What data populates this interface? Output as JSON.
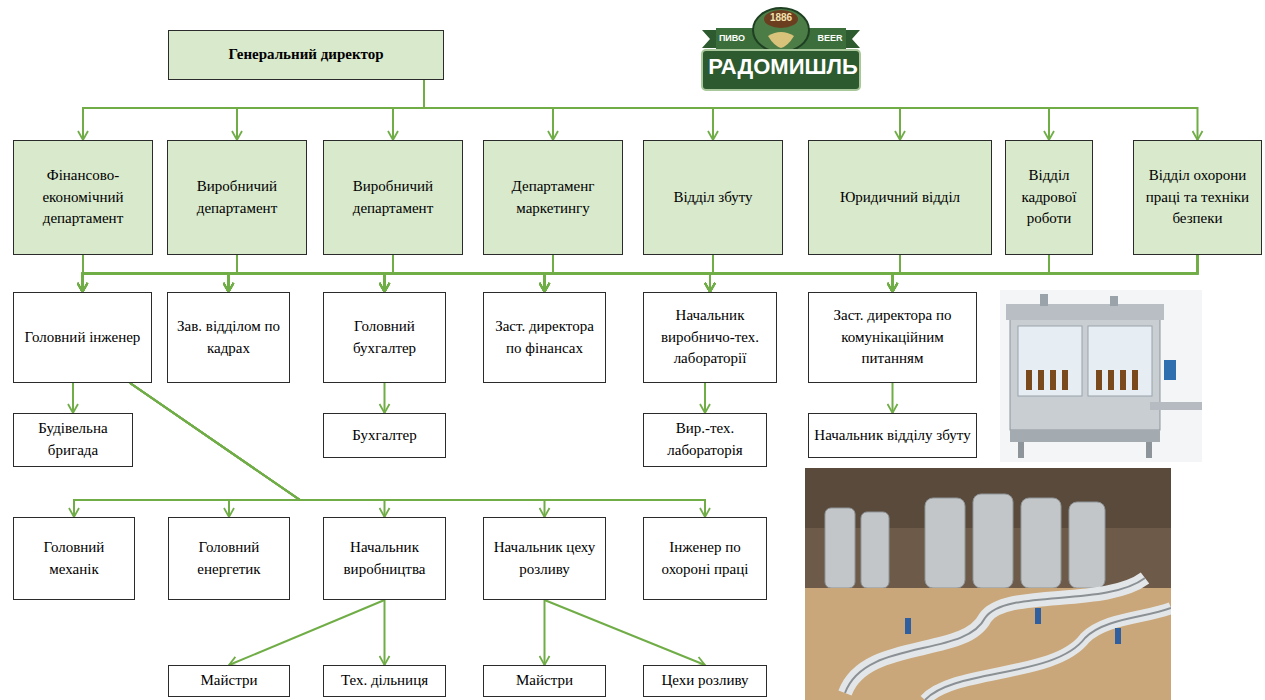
{
  "diagram": {
    "nodes": [
      {
        "text": [
          "Генеральний директор"
        ]
      },
      {
        "text": [
          "Фінансово-економічний департамент"
        ]
      },
      {
        "text": [
          "Виробничий департамент"
        ]
      },
      {
        "text": [
          "Виробничий департамент"
        ]
      },
      {
        "text": [
          "Департаменг маркетингу"
        ]
      },
      {
        "text": [
          "Відділ збуту"
        ]
      },
      {
        "text": [
          "Юридичний відділ"
        ]
      },
      {
        "text": [
          "Відділ кадрової роботи"
        ]
      },
      {
        "text": [
          "Відділ охорони праці та техніки безпеки"
        ]
      },
      {
        "text": [
          "Головний інженер"
        ]
      },
      {
        "text": [
          "Зав. відділом по кадрах"
        ]
      },
      {
        "text": [
          "Головний бухгалтер"
        ]
      },
      {
        "text": [
          "Заст. директора по фінансах"
        ]
      },
      {
        "text": [
          "Начальник виробничо-тех. лабораторії"
        ]
      },
      {
        "text": [
          "Заст. директора по комунікаційним питанням"
        ]
      },
      {
        "text": [
          "Будівельна бригада"
        ]
      },
      {
        "text": [
          "Бухгалтер"
        ]
      },
      {
        "text": [
          "Вир.-тех. лабораторія"
        ]
      },
      {
        "text": [
          "Начальник відділу збуту"
        ]
      },
      {
        "text": [
          "Головний механік"
        ]
      },
      {
        "text": [
          "Головний енергетик"
        ]
      },
      {
        "text": [
          "Начальник виробництва"
        ]
      },
      {
        "text": [
          "Начальник цеху розливу"
        ]
      },
      {
        "text": [
          "Інженер по охороні праці"
        ]
      },
      {
        "text": [
          "Майстри"
        ]
      },
      {
        "text": [
          "Тех. дільниця"
        ]
      },
      {
        "text": [
          "Майстри"
        ]
      },
      {
        "text": [
          "Цехи розливу"
        ]
      }
    ],
    "edges": [
      {
        "from": 0,
        "to": 1,
        "arrow": "to"
      },
      {
        "from": 0,
        "to": 2,
        "arrow": "to"
      },
      {
        "from": 0,
        "to": 3,
        "arrow": "to"
      },
      {
        "from": 0,
        "to": 4,
        "arrow": "to"
      },
      {
        "from": 0,
        "to": 5,
        "arrow": "to"
      },
      {
        "from": 0,
        "to": 6,
        "arrow": "to"
      },
      {
        "from": 0,
        "to": 7,
        "arrow": "to"
      },
      {
        "from": 0,
        "to": 8,
        "arrow": "to"
      },
      {
        "from": 1,
        "to": 9,
        "arrow": "to"
      },
      {
        "from": 1,
        "to": 10,
        "arrow": "to"
      },
      {
        "from": 1,
        "to": 11,
        "arrow": "to"
      },
      {
        "from": 1,
        "to": 12,
        "arrow": "to"
      },
      {
        "from": 1,
        "to": 13,
        "arrow": "to"
      },
      {
        "from": 1,
        "to": 14,
        "arrow": "to"
      },
      {
        "from": 2,
        "to": 9,
        "arrow": "to"
      },
      {
        "from": 2,
        "to": 10,
        "arrow": "to"
      },
      {
        "from": 2,
        "to": 11,
        "arrow": "to"
      },
      {
        "from": 2,
        "to": 12,
        "arrow": "to"
      },
      {
        "from": 2,
        "to": 13,
        "arrow": "to"
      },
      {
        "from": 2,
        "to": 14,
        "arrow": "to"
      },
      {
        "from": 3,
        "to": 9,
        "arrow": "to"
      },
      {
        "from": 3,
        "to": 10,
        "arrow": "to"
      },
      {
        "from": 3,
        "to": 11,
        "arrow": "to"
      },
      {
        "from": 3,
        "to": 12,
        "arrow": "to"
      },
      {
        "from": 3,
        "to": 13,
        "arrow": "to"
      },
      {
        "from": 3,
        "to": 14,
        "arrow": "to"
      },
      {
        "from": 4,
        "to": 9,
        "arrow": "to"
      },
      {
        "from": 4,
        "to": 10,
        "arrow": "to"
      },
      {
        "from": 4,
        "to": 11,
        "arrow": "to"
      },
      {
        "from": 4,
        "to": 12,
        "arrow": "to"
      },
      {
        "from": 4,
        "to": 13,
        "arrow": "to"
      },
      {
        "from": 4,
        "to": 14,
        "arrow": "to"
      },
      {
        "from": 5,
        "to": 9,
        "arrow": "to"
      },
      {
        "from": 5,
        "to": 10,
        "arrow": "to"
      },
      {
        "from": 5,
        "to": 11,
        "arrow": "to"
      },
      {
        "from": 5,
        "to": 12,
        "arrow": "to"
      },
      {
        "from": 5,
        "to": 13,
        "arrow": "to"
      },
      {
        "from": 5,
        "to": 14,
        "arrow": "to"
      },
      {
        "from": 6,
        "to": 9,
        "arrow": "to"
      },
      {
        "from": 6,
        "to": 10,
        "arrow": "to"
      },
      {
        "from": 6,
        "to": 11,
        "arrow": "to"
      },
      {
        "from": 6,
        "to": 12,
        "arrow": "to"
      },
      {
        "from": 6,
        "to": 13,
        "arrow": "to"
      },
      {
        "from": 6,
        "to": 14,
        "arrow": "to"
      },
      {
        "from": 7,
        "to": 9,
        "arrow": "to"
      },
      {
        "from": 7,
        "to": 10,
        "arrow": "to"
      },
      {
        "from": 7,
        "to": 11,
        "arrow": "to"
      },
      {
        "from": 7,
        "to": 12,
        "arrow": "to"
      },
      {
        "from": 7,
        "to": 13,
        "arrow": "to"
      },
      {
        "from": 7,
        "to": 14,
        "arrow": "to"
      },
      {
        "from": 8,
        "to": 9,
        "arrow": "to"
      },
      {
        "from": 8,
        "to": 10,
        "arrow": "to"
      },
      {
        "from": 8,
        "to": 11,
        "arrow": "to"
      },
      {
        "from": 8,
        "to": 12,
        "arrow": "to"
      },
      {
        "from": 8,
        "to": 13,
        "arrow": "to"
      },
      {
        "from": 8,
        "to": 14,
        "arrow": "to"
      },
      {
        "from": 9,
        "to": 15,
        "arrow": "to"
      },
      {
        "from": 11,
        "to": 16,
        "arrow": "to"
      },
      {
        "from": 13,
        "to": 17,
        "arrow": "to"
      },
      {
        "from": 14,
        "to": 18,
        "arrow": "to"
      },
      {
        "from": 9,
        "to": 19,
        "arrow": "to"
      },
      {
        "from": 9,
        "to": 20,
        "arrow": "to"
      },
      {
        "from": 9,
        "to": 21,
        "arrow": "to"
      },
      {
        "from": 9,
        "to": 22,
        "arrow": "to"
      },
      {
        "from": 9,
        "to": 23,
        "arrow": "to"
      },
      {
        "from": 21,
        "to": 24,
        "arrow": "to"
      },
      {
        "from": 21,
        "to": 25,
        "arrow": "to"
      },
      {
        "from": 22,
        "to": 26,
        "arrow": "to"
      },
      {
        "from": 22,
        "to": 27,
        "arrow": "to"
      }
    ],
    "labels": [
      "1886",
      "ПИВО",
      "BEER",
      "РАДОМИШЛЬ"
    ]
  }
}
